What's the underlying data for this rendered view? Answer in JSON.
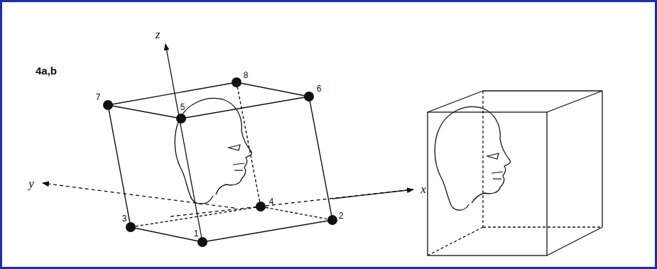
{
  "diagram": {
    "labels": [
      "4a,b",
      "z",
      "y",
      "x",
      "7",
      "5",
      "8",
      "6",
      "3",
      "4",
      "1",
      "2"
    ]
  }
}
